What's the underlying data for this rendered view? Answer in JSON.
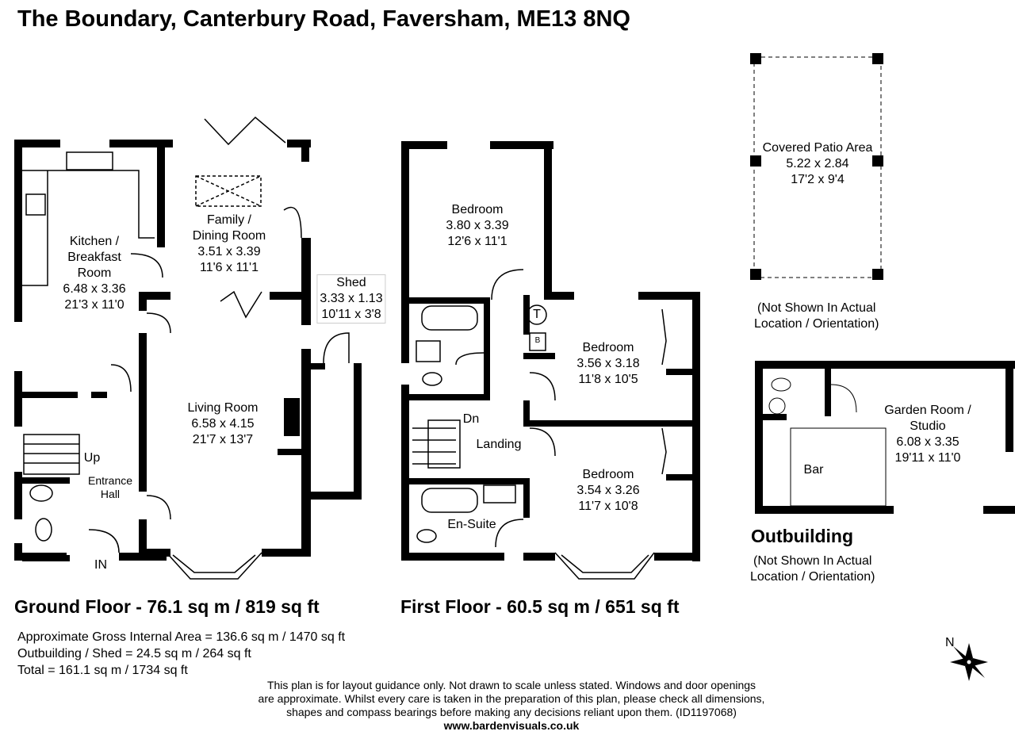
{
  "title": "The Boundary, Canterbury Road, Faversham, ME13 8NQ",
  "rooms": {
    "kitchen": [
      "Kitchen /",
      "Breakfast",
      "Room",
      "6.48 x 3.36",
      "21'3 x 11'0"
    ],
    "family": [
      "Family /",
      "Dining Room",
      "3.51 x 3.39",
      "11'6 x 11'1"
    ],
    "living": [
      "Living Room",
      "6.58 x 4.15",
      "21'7 x 13'7"
    ],
    "shed": [
      "Shed",
      "3.33 x 1.13",
      "10'11 x 3'8"
    ],
    "entrance": [
      "Entrance",
      "Hall"
    ],
    "up": "Up",
    "in": "IN",
    "bed1": [
      "Bedroom",
      "3.80 x 3.39",
      "12'6 x 11'1"
    ],
    "bed2": [
      "Bedroom",
      "3.56 x 3.18",
      "11'8 x 10'5"
    ],
    "bed3": [
      "Bedroom",
      "3.54 x 3.26",
      "11'7 x 10'8"
    ],
    "dn": "Dn",
    "landing": "Landing",
    "ensuite": "En-Suite",
    "t": "T",
    "b": "B",
    "patio": [
      "Covered Patio Area",
      "5.22 x 2.84",
      "17'2 x 9'4"
    ],
    "garden": [
      "Garden Room /",
      "Studio",
      "6.08 x 3.35",
      "19'11 x 11'0"
    ],
    "bar": "Bar"
  },
  "floors": {
    "ground": "Ground Floor - 76.1 sq m / 819 sq ft",
    "first": "First Floor - 60.5 sq m / 651 sq ft"
  },
  "areas": [
    "Approximate Gross Internal Area = 136.6 sq m / 1470 sq ft",
    "Outbuilding / Shed = 24.5 sq m / 264 sq ft",
    "Total = 161.1 sq m / 1734 sq ft"
  ],
  "notes": {
    "patio_note": [
      "(Not Shown In Actual",
      "Location / Orientation)"
    ],
    "outbuilding_title": "Outbuilding",
    "outbuilding_note": [
      "(Not Shown In Actual",
      "Location / Orientation)"
    ]
  },
  "disclaimer": [
    "This plan is for layout guidance only. Not drawn to scale unless stated. Windows and door openings",
    "are approximate. Whilst every care is taken in the preparation of this plan, please check all dimensions,",
    "shapes and compass bearings before making any decisions reliant upon them. (ID1197068)"
  ],
  "website": "www.bardenvisuals.co.uk",
  "compass_label": "N"
}
